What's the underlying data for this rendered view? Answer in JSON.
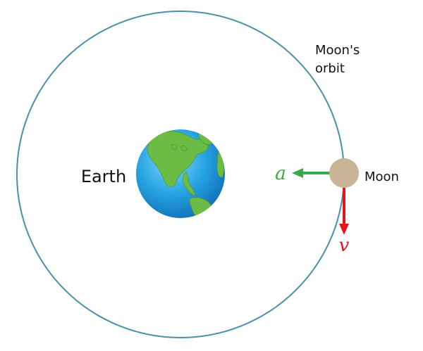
{
  "labels": {
    "earth": "Earth",
    "moon": "Moon",
    "orbit_line1": "Moon's",
    "orbit_line2": "orbit",
    "acceleration": "a",
    "velocity": "v"
  },
  "colors": {
    "orbit": "#4a8fb0",
    "moon": "#c9b497",
    "acceleration": "#3aa84a",
    "velocity": "#e3141c",
    "ocean": "#2aa7e0",
    "land": "#6cbb45"
  },
  "icons": {
    "earth": "earth-globe-icon",
    "moon": "moon-disc-icon"
  }
}
